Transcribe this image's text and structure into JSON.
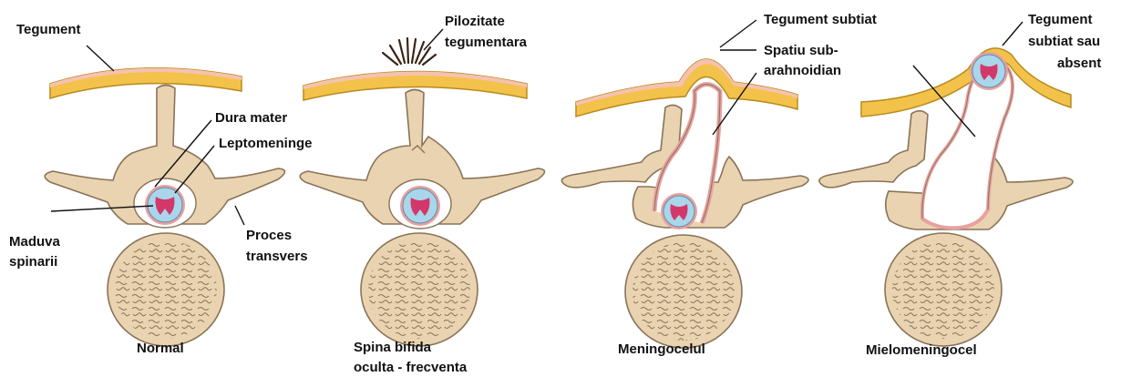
{
  "panels": [
    {
      "caption": [
        "Normal"
      ],
      "labels": {
        "skin": "Tegument",
        "dura": "Dura mater",
        "lepto": "Leptomeninge",
        "cord": [
          "Maduva",
          "spinarii"
        ],
        "process": [
          "Proces",
          "transvers"
        ]
      }
    },
    {
      "caption": [
        "Spina bifida",
        "oculta - frecventa"
      ],
      "labels": {
        "hair": [
          "Pilozitate",
          "tegumentara"
        ]
      }
    },
    {
      "caption": [
        "Meningocelul"
      ],
      "labels": {
        "skin": "Tegument subtiat",
        "space": [
          "Spatiu sub-",
          "arahnoidian"
        ]
      }
    },
    {
      "caption": [
        "Mielomeningocel"
      ],
      "labels": {
        "skin": [
          "Tegument",
          "subtiat sau",
          "absent"
        ]
      }
    }
  ],
  "colors": {
    "bone": "#e9d3b0",
    "bone_edge": "#8a7358",
    "skin_fat": "#f3c24a",
    "skin_fat_edge": "#b88a1e",
    "skin_top": "#f6c2b0",
    "csf": "#a9d6ea",
    "cord": "#d4376a",
    "meninges": "#e8a0a0",
    "hair": "#3a2416"
  }
}
